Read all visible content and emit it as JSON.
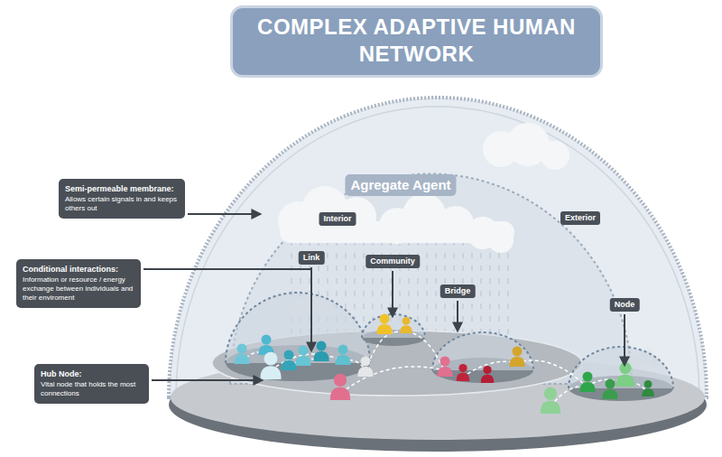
{
  "diagram": {
    "title": "COMPLEX ADAPTIVE HUMAN NETWORK",
    "nodes": [
      {
        "text": [
          "Agregate Agent"
        ]
      },
      {
        "text": [
          "Semi-permeable membrane:",
          "Allows certain signals in and keeps others out"
        ]
      },
      {
        "text": [
          "Interior"
        ]
      },
      {
        "text": [
          "Exterior"
        ]
      },
      {
        "text": [
          "Link"
        ]
      },
      {
        "text": [
          "Community"
        ]
      },
      {
        "text": [
          "Conditional interactions:",
          "Information or resource / energy exchange between individuals and their enviroment"
        ]
      },
      {
        "text": [
          "Bridge"
        ]
      },
      {
        "text": [
          "Node"
        ]
      },
      {
        "text": [
          "Hub Node:",
          "Vital node that holds the most connections"
        ]
      }
    ]
  }
}
